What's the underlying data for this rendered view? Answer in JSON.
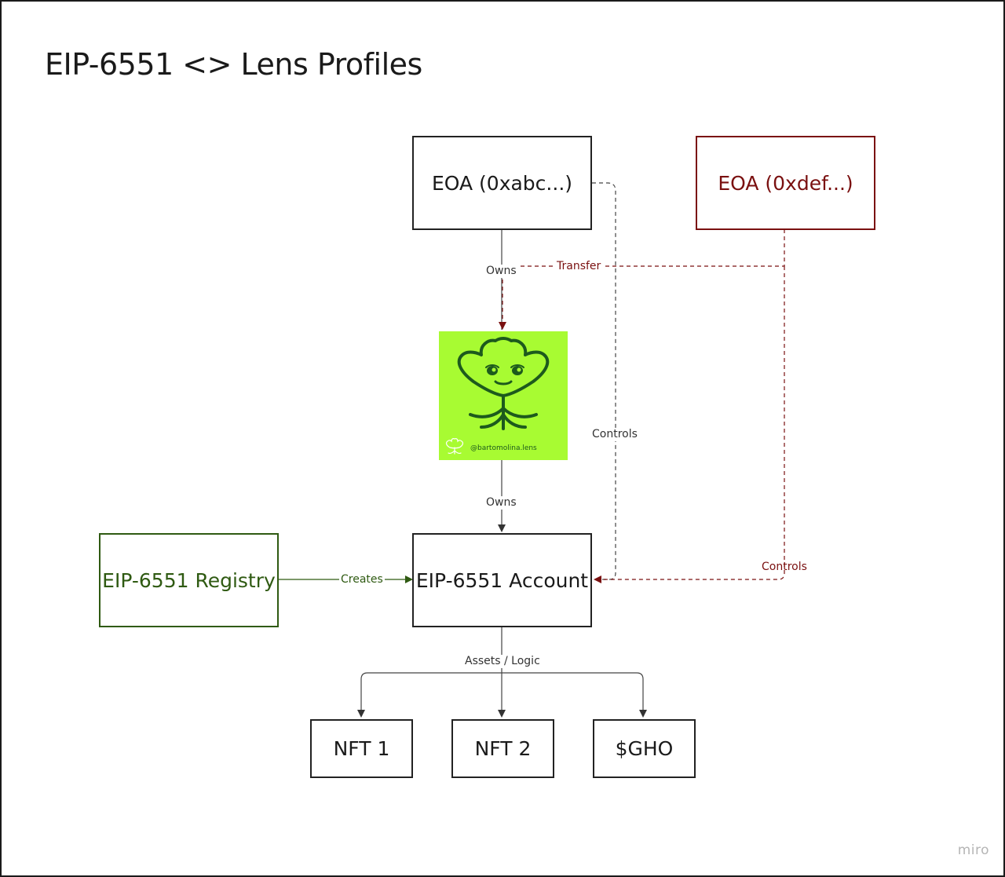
{
  "title": "EIP-6551 <> Lens Profiles",
  "nodes": {
    "eoa_abc": "EOA (0xabc...)",
    "eoa_def": "EOA (0xdef...)",
    "registry": "EIP-6551 Registry",
    "account": "EIP-6551 Account",
    "nft1": "NFT 1",
    "nft2": "NFT 2",
    "gho": "$GHO"
  },
  "profile": {
    "handle": "@bartomolina.lens",
    "background_color": "#a8fb32"
  },
  "edges": {
    "owns_top": "Owns",
    "transfer": "Transfer",
    "controls_black": "Controls",
    "owns_bottom": "Owns",
    "creates": "Creates",
    "controls_red": "Controls",
    "assets_logic": "Assets / Logic"
  },
  "colors": {
    "red": "#7a1010",
    "green": "#2f5a12",
    "line": "#444444",
    "profile_dark": "#1d5a1d"
  },
  "watermark": "miro"
}
